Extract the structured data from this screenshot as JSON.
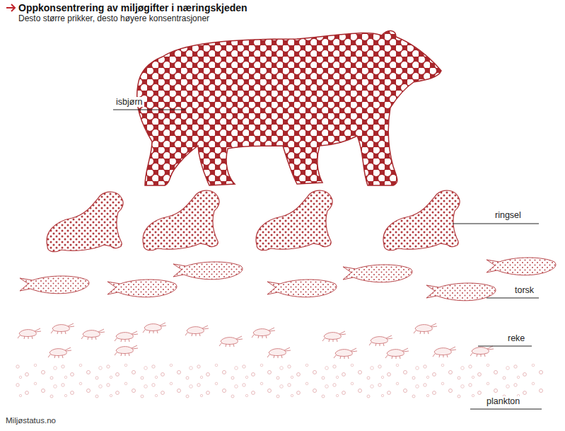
{
  "diagram": {
    "title": "Oppkonsentrering av miljøgifter i næringskjeden",
    "labels": [
      "Desto større prikker, desto høyere konsentrasjoner",
      "isbjørn",
      "ringsel",
      "torsk",
      "reke",
      "plankton",
      "Miljøstatus.no"
    ]
  }
}
